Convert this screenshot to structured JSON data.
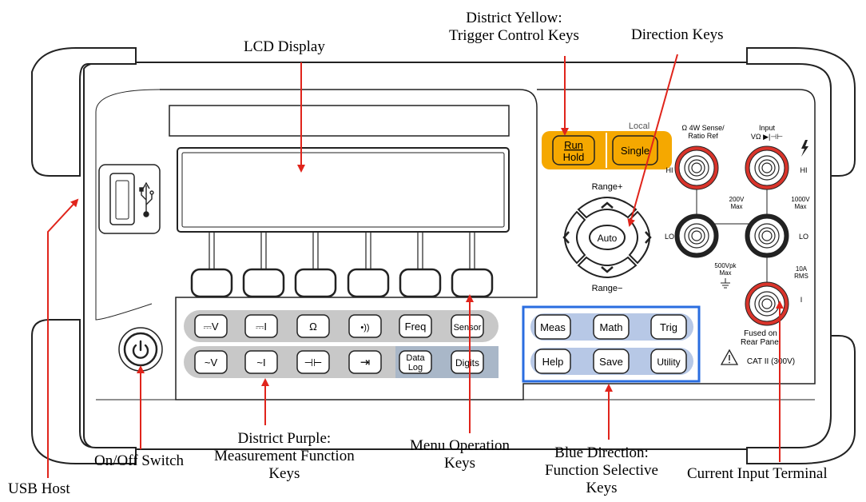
{
  "callouts": {
    "lcd": "LCD Display",
    "yellow_line1": "District Yellow:",
    "yellow_line2": "Trigger Control Keys",
    "direction": "Direction Keys",
    "usb": "USB Host",
    "onoff": "On/Off Switch",
    "purple_line1": "District Purple:",
    "purple_line2": "Measurement Function",
    "purple_line3": "Keys",
    "menu_line1": "Menu Operation",
    "menu_line2": "Keys",
    "blue_line1": "Blue Direction:",
    "blue_line2": "Function Selective",
    "blue_line3": "Keys",
    "current": "Current Input Terminal"
  },
  "trigger_keys": {
    "run_line1": "Run",
    "run_line2": "Hold",
    "single": "Single",
    "local": "Local"
  },
  "direction_keys": {
    "range_plus": "Range+",
    "range_minus": "Range−",
    "auto": "Auto"
  },
  "function_keys": {
    "dcv": "⎓V",
    "dci": "⎓I",
    "ohm": "Ω",
    "continuity": "•))",
    "freq": "Freq",
    "sensor": "Sensor",
    "acv": "~V",
    "aci": "~I",
    "cap": "⊣⊢",
    "diode": "⇥",
    "datalog_line1": "Data",
    "datalog_line2": "Log",
    "digits": "Digits"
  },
  "selective_keys": {
    "meas": "Meas",
    "math": "Math",
    "trig": "Trig",
    "help": "Help",
    "save": "Save",
    "utility": "Utility"
  },
  "terminals": {
    "sense_line1": "Ω 4W Sense/",
    "sense_line2": "Ratio Ref",
    "input_line1": "Input",
    "input_line2": "VΩ ▶|⊣⊢",
    "hi_left": "HI",
    "hi_right": "HI",
    "lo_left": "LO",
    "lo_right": "LO",
    "v200_line1": "200V",
    "v200_line2": "Max",
    "v1000_line1": "1000V",
    "v1000_line2": "Max",
    "vpk_line1": "500Vpk",
    "vpk_line2": "Max",
    "a10_line1": "10A",
    "a10_line2": "RMS",
    "i_label": "I",
    "fused_line1": "Fused on",
    "fused_line2": "Rear Panel",
    "cat": "CAT II (300V)"
  },
  "colors": {
    "yellow_key": "#f5a800",
    "purple_zone": "#c8c8c8",
    "digits_zone": "#a9b7c8",
    "blue_frame": "#2a6de0",
    "blue_zone": "#b7c8e6",
    "terminal_red": "#d9342b",
    "arrow_red": "#e0241b"
  }
}
